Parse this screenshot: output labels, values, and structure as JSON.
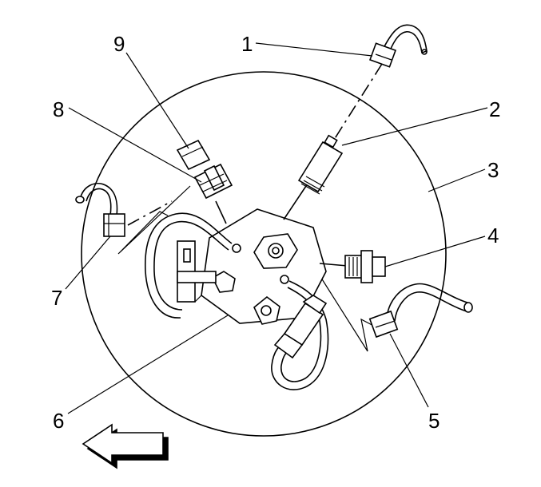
{
  "callouts": {
    "c1": "1",
    "c2": "2",
    "c3": "3",
    "c4": "4",
    "c5": "5",
    "c6": "6",
    "c7": "7",
    "c8": "8",
    "c9": "9"
  },
  "icons": {
    "direction_arrow": "arrow-left-icon"
  },
  "colors": {
    "line": "#000000",
    "background": "#ffffff"
  }
}
